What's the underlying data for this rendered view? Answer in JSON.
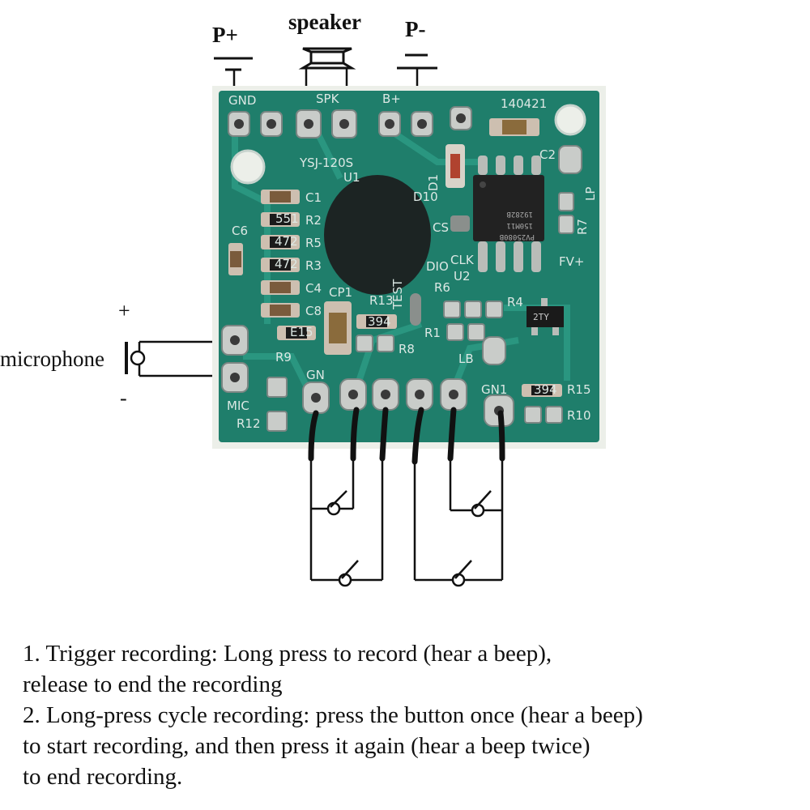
{
  "external_labels": {
    "p_plus": "P+",
    "speaker": "speaker",
    "p_minus": "P-",
    "mic_plus": "+",
    "microphone": "microphone",
    "mic_minus": "-"
  },
  "board": {
    "model": "YSJ-120S",
    "date_code": "140421",
    "chip_marking_1": "PV25080B",
    "chip_marking_2": "150M11",
    "chip_marking_3": "19282B",
    "pad_labels": [
      "GND",
      "SPK",
      "B+",
      "LP",
      "MIC",
      "GN",
      "GN1",
      "LB",
      "FV+"
    ],
    "component_labels": [
      "C1",
      "R2",
      "R5",
      "R3",
      "C4",
      "C8",
      "C6",
      "R9",
      "R12",
      "CP1",
      "R13",
      "TEST",
      "R8",
      "CS",
      "D10",
      "DIO",
      "CLK",
      "U2",
      "R6",
      "R4",
      "R1",
      "R7",
      "C2",
      "D1",
      "U1",
      "R15",
      "R10"
    ],
    "resistor_codes": [
      "551",
      "472",
      "472",
      "E15",
      "394",
      "394"
    ],
    "transistor_code": "2TY"
  },
  "instructions": {
    "line1": "1. Trigger recording: Long press to record (hear a beep),",
    "line2": "release to end the recording",
    "line3": "2. Long-press cycle recording: press the button once (hear a beep)",
    "line4": "to start recording, and then press it again (hear a beep twice)",
    "line5": "to end recording."
  },
  "colors": {
    "pcb_green": "#1f7e6b",
    "pcb_edge": "#ecefe9",
    "silkscreen": "#dce8e4",
    "epoxy_blob": "#1c2423"
  }
}
